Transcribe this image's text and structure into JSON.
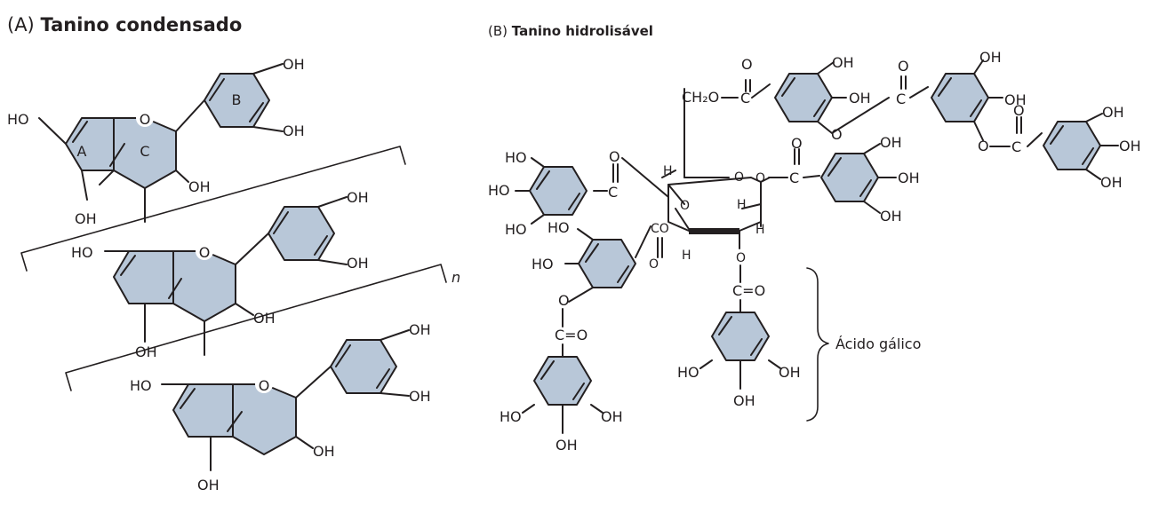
{
  "panel_a": {
    "letter": "(A)",
    "title": "Tanino condensado",
    "ring_labels": {
      "a": "A",
      "b": "B",
      "c": "C"
    },
    "repeat_label": "n",
    "atom_labels": {
      "ho": "HO",
      "oh": "OH",
      "o": "O"
    }
  },
  "panel_b": {
    "letter": "(B)",
    "title": "Tanino hidrolisável",
    "acid_label": "Ácido gálico",
    "atom_labels": {
      "ho": "HO",
      "oh": "OH",
      "o": "O",
      "c": "C",
      "h": "H",
      "co": "CO",
      "ch2o": "CH₂O",
      "c_double_o": "C=O"
    }
  },
  "colors": {
    "ring_fill": "#b8c7d8",
    "ink": "#231f20",
    "background": "#ffffff"
  }
}
